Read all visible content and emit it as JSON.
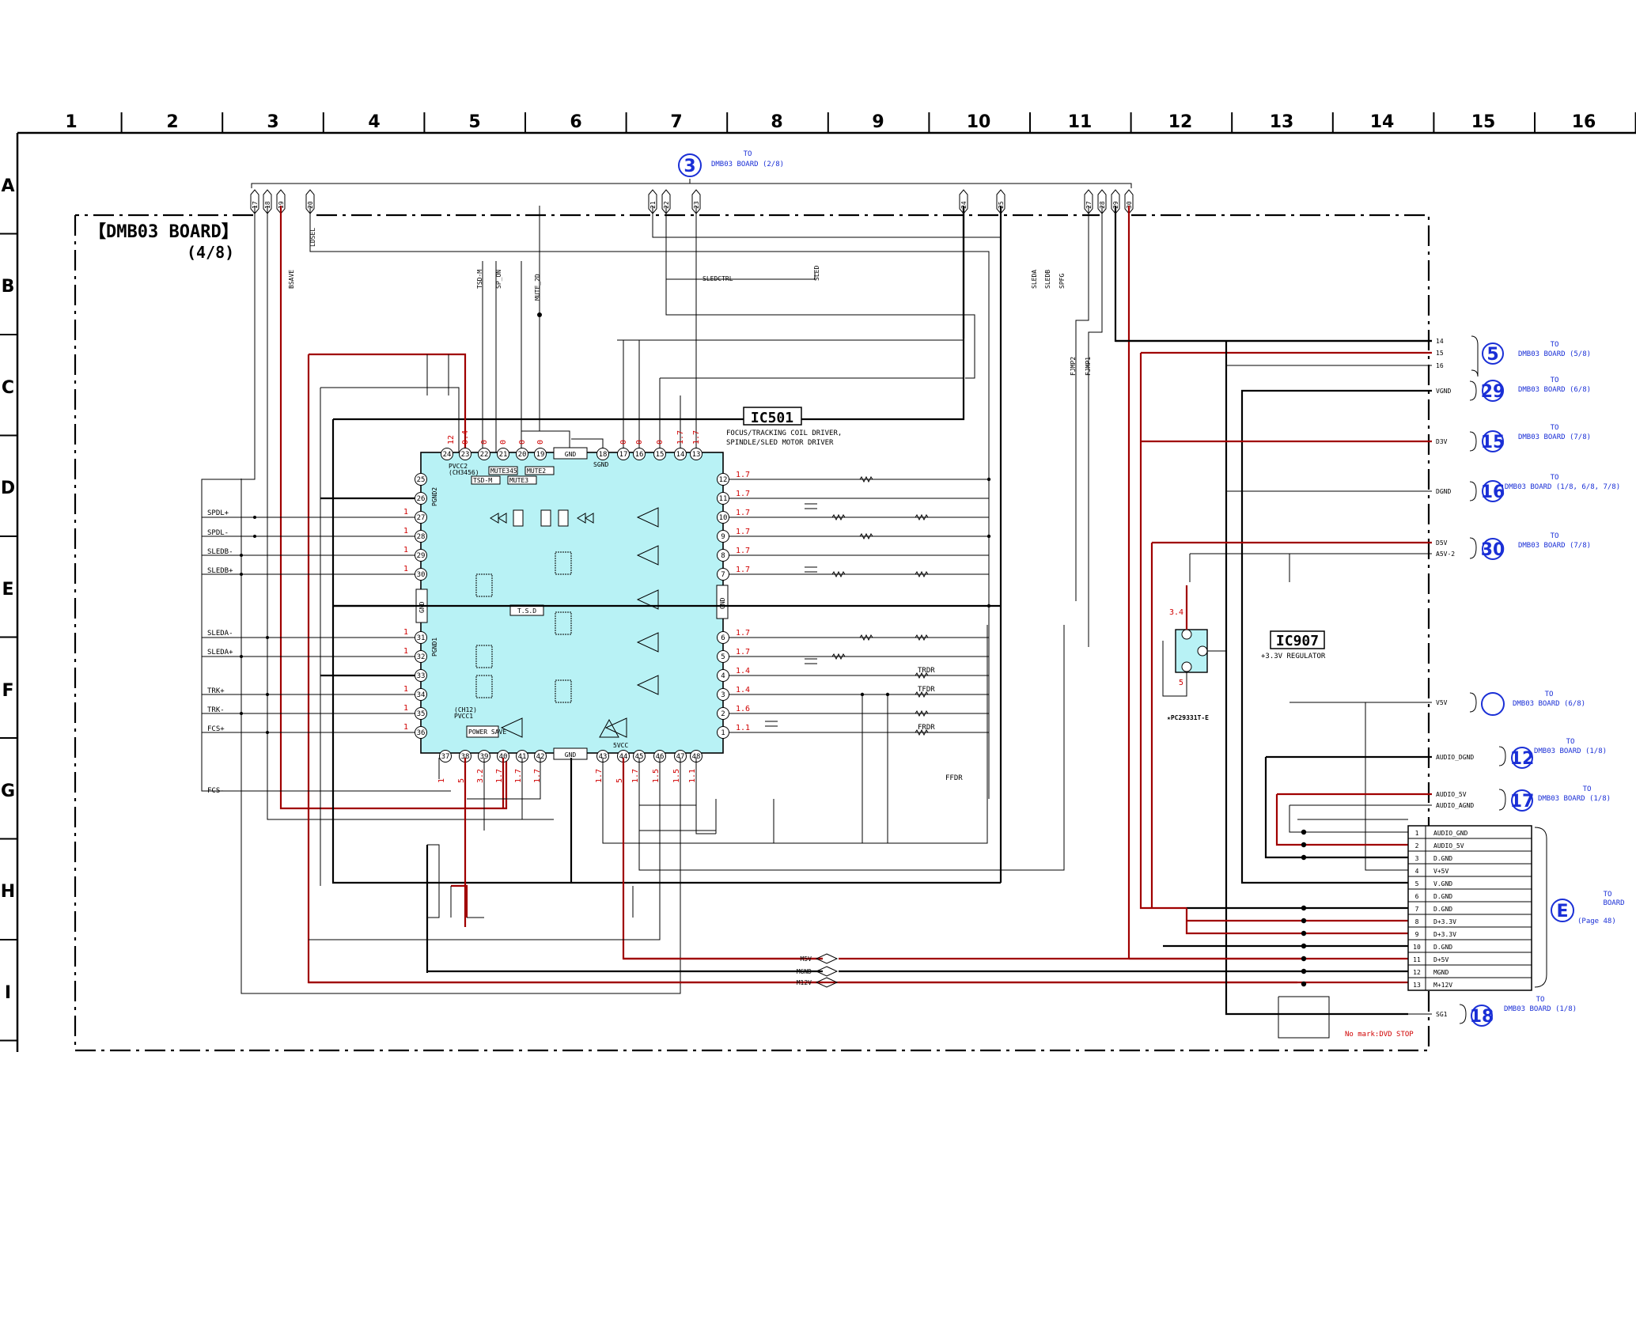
{
  "grid": {
    "columns": [
      "1",
      "2",
      "3",
      "4",
      "5",
      "6",
      "7",
      "8",
      "9",
      "10",
      "11",
      "12",
      "13",
      "14",
      "15",
      "16"
    ],
    "rows": [
      "A",
      "B",
      "C",
      "D",
      "E",
      "F",
      "G",
      "H",
      "I"
    ]
  },
  "board_title": "【DMB03 BOARD】",
  "board_subtitle": "(4/8)",
  "ic501": {
    "name": "IC501",
    "desc1": "FOCUS/TRACKING COIL DRIVER,",
    "desc2": "SPINDLE/SLED MOTOR DRIVER",
    "inner_labels": [
      "PGND2",
      "PGND1",
      "GND",
      "GND",
      "GND",
      "SGND",
      "T.S.D",
      "PVCC2",
      "(CH3456)",
      "MUTE345",
      "MUTE2",
      "TSD-M",
      "MUTE3",
      "PVCC1",
      "(CH12)",
      "POWER SAVE",
      "5VCC"
    ]
  },
  "ic907": {
    "name": "IC907",
    "desc": "+3.3V REGULATOR",
    "part": "★PC29331T-E"
  },
  "top_connector": {
    "number": "3",
    "to": "TO",
    "dest": "DMB03 BOARD (2/8)",
    "pins": [
      "17",
      "18",
      "19",
      "20",
      "21",
      "22",
      "23",
      "24",
      "25",
      "27",
      "28",
      "29",
      "30"
    ]
  },
  "left_signals": [
    "SPDL+",
    "SPDL-",
    "SLEDB-",
    "SLEDB+",
    "SLEDA-",
    "SLEDA+",
    "TRK+",
    "TRK-",
    "FCS+",
    "FCS-"
  ],
  "top_signals": [
    "BSAVE",
    "LDSEL",
    "TSD-M",
    "SP_ON",
    "MUTE_2D",
    "SLEDCTRL",
    "SLED",
    "SLEDA",
    "SLEDB",
    "SPFG",
    "FJMP2",
    "FJMP1"
  ],
  "right_signals": [
    "TRDR",
    "TFDR",
    "FRDR",
    "FFDR"
  ],
  "bottom_buses": [
    "M5V",
    "MGND",
    "M12V"
  ],
  "right_connectors": [
    {
      "num": "5",
      "pins": [
        "14",
        "15",
        "16"
      ],
      "to": "TO",
      "dest": "DMB03 BOARD (5/8)"
    },
    {
      "num": "29",
      "pins": [
        "VGND"
      ],
      "to": "TO",
      "dest": "DMB03 BOARD (6/8)"
    },
    {
      "num": "15",
      "pins": [
        "D3V"
      ],
      "to": "TO",
      "dest": "DMB03 BOARD (7/8)"
    },
    {
      "num": "16",
      "pins": [
        "DGND"
      ],
      "to": "TO",
      "dest": "DMB03 BOARD (1/8, 6/8, 7/8)"
    },
    {
      "num": "30",
      "pins": [
        "D5V",
        "A5V-2"
      ],
      "to": "TO",
      "dest": "DMB03 BOARD (7/8)"
    },
    {
      "num": "",
      "pins": [
        "V5V"
      ],
      "to": "TO",
      "dest": "DMB03 BOARD (6/8)"
    },
    {
      "num": "12",
      "pins": [
        "AUDIO_DGND"
      ],
      "to": "TO",
      "dest": "DMB03 BOARD (1/8)"
    },
    {
      "num": "17",
      "pins": [
        "AUDIO_5V",
        "AUDIO_AGND"
      ],
      "to": "TO",
      "dest": "DMB03 BOARD (1/8)"
    },
    {
      "num": "18",
      "pins": [
        "SG1"
      ],
      "to": "TO",
      "dest": "DMB03 BOARD (1/8)"
    }
  ],
  "connector_e": {
    "num": "E",
    "to": "TO",
    "dest": "BOARD",
    "page": "(Page 48)",
    "rows": [
      {
        "n": "1",
        "s": "AUDIO_GND"
      },
      {
        "n": "2",
        "s": "AUDIO_5V"
      },
      {
        "n": "3",
        "s": "D.GND"
      },
      {
        "n": "4",
        "s": "V+5V"
      },
      {
        "n": "5",
        "s": "V.GND"
      },
      {
        "n": "6",
        "s": "D.GND"
      },
      {
        "n": "7",
        "s": "D.GND"
      },
      {
        "n": "8",
        "s": "D+3.3V"
      },
      {
        "n": "9",
        "s": "D+3.3V"
      },
      {
        "n": "10",
        "s": "D.GND"
      },
      {
        "n": "11",
        "s": "D+5V"
      },
      {
        "n": "12",
        "s": "MGND"
      },
      {
        "n": "13",
        "s": "M+12V"
      }
    ]
  },
  "note": "No mark:DVD STOP",
  "colors": {
    "wire": "#000000",
    "power": "#a00000",
    "ic_fill": "#b8f2f5",
    "annot": "#1a2fd6",
    "voltage": "#d00000"
  }
}
